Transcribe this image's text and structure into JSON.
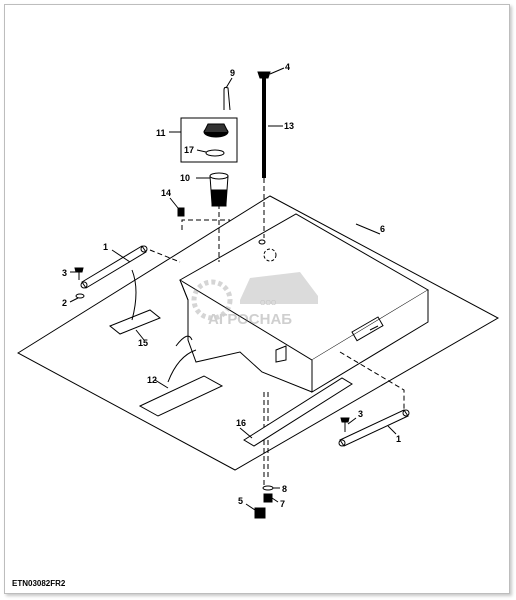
{
  "figure_code": "ETN03082FR2",
  "watermark": {
    "small_text": "ООО",
    "brand_text": "АГРОСНАБ"
  },
  "callouts": [
    {
      "label": "1"
    },
    {
      "label": "2"
    },
    {
      "label": "3"
    },
    {
      "label": "4"
    },
    {
      "label": "5"
    },
    {
      "label": "6"
    },
    {
      "label": "7"
    },
    {
      "label": "8"
    },
    {
      "label": "9"
    },
    {
      "label": "10"
    },
    {
      "label": "11"
    },
    {
      "label": "12"
    },
    {
      "label": "13"
    },
    {
      "label": "14"
    },
    {
      "label": "15"
    },
    {
      "label": "16"
    },
    {
      "label": "17"
    },
    {
      "label": "3"
    },
    {
      "label": "1"
    }
  ]
}
